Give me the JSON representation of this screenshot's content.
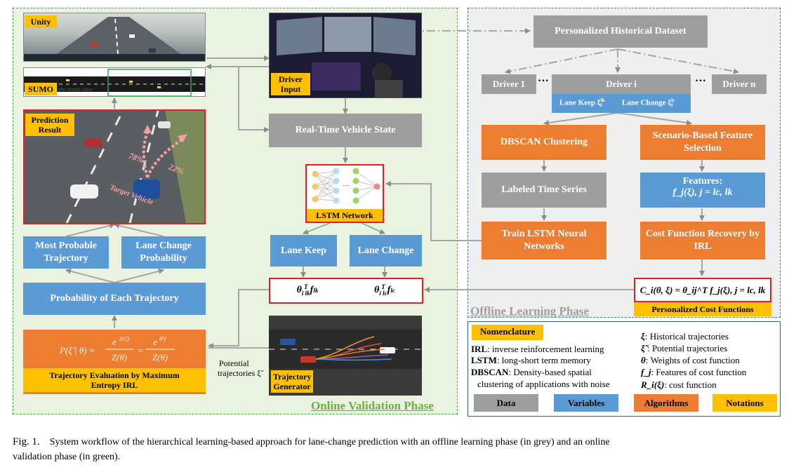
{
  "colors": {
    "data": "#9e9e9e",
    "algorithm": "#ed7d31",
    "variable": "#5b9bd5",
    "notation": "#ffc000",
    "online_border": "#3cb043",
    "offline_border": "#4a76b0",
    "highlight_border": "#e31e24"
  },
  "online": {
    "phase_label": "Online Validation Phase",
    "unity_tag": "Unity",
    "sumo_tag": "SUMO",
    "sumo_note": "the sensis view",
    "prediction_tag": "Prediction Result",
    "pct_left": "78%",
    "pct_right": "22%",
    "target_vehicle": "Target Vehicle",
    "driver_input_tag": "Driver Input",
    "realtime_state": "Real-Time Vehicle State",
    "lstm_network_tag": "LSTM Network",
    "lane_keep": "Lane Keep",
    "lane_change": "Lane Change",
    "theta_lk": "θ",
    "theta_lk_sup": "T",
    "theta_lk_sub": "i lk",
    "f_lk": "f",
    "f_lk_sub": "lk",
    "theta_lc": "θ",
    "theta_lc_sup": "T",
    "theta_lc_sub": "i lc",
    "f_lc": "f",
    "f_lc_sub": "lc",
    "most_probable": "Most Probable Trajectory",
    "lane_change_prob": "Lane Change Probability",
    "prob_each": "Probability of Each Trajectory",
    "formula": "P(ξ̃ | θ) = e^{R(ξ̃)} / Z(θ) = e^{θ^T f_ξ̃} / Z(θ)",
    "traj_eval_tag": "Trajectory Evaluation by Maximum Entropy IRL",
    "potential_traj_line1": "Potential",
    "potential_traj_line2": "trajectories ξ̃",
    "traj_gen_tag": "Trajectory Generator"
  },
  "offline": {
    "phase_label": "Offline Learning Phase",
    "dataset": "Personalized Historical Dataset",
    "driver1": "Driver 1",
    "driver_i": "Driver i",
    "driver_n": "Driver n",
    "ellipsis": "···",
    "lane_keep_var": "Lane Keep ξ",
    "lane_keep_sup": "lk",
    "lane_keep_sub": "i",
    "lane_change_var": "Lane Change ξ",
    "lane_change_sup": "lc",
    "lane_change_sub": "i",
    "dbscan": "DBSCAN Clustering",
    "scenario": "Scenario-Based Feature Selection",
    "labeled": "Labeled Time Series",
    "features_title": "Features:",
    "features_expr": "f_j(ξ), j = lc, lk",
    "train_lstm": "Train LSTM Neural Networks",
    "cost_recovery": "Cost Function Recovery by IRL",
    "cost_expr": "C_i(θ, ξ) = θ_ij^T f_j(ξ), j = lc, lk",
    "personalized_cost": "Personalized Cost Functions"
  },
  "nomenclature": {
    "title": "Nomenclature",
    "left": [
      {
        "term": "IRL",
        "desc": ": inverse reinforcement learning"
      },
      {
        "term": "LSTM",
        "desc": ": long-short term memory"
      },
      {
        "term": "DBSCAN",
        "desc": ": Density-based spatial"
      },
      {
        "term": "",
        "desc": "clustering of applications with noise"
      }
    ],
    "right": [
      {
        "sym": "ξ",
        "desc": ": Historical trajectories"
      },
      {
        "sym": "ξ̃",
        "desc": " : Potential trajectories"
      },
      {
        "sym": "θ",
        "desc": ": Weights of cost function"
      },
      {
        "sym": "f_j",
        "desc": ": Features of cost function"
      },
      {
        "sym": "R_i(ξ)",
        "desc": ": cost function"
      }
    ],
    "legend": [
      "Data",
      "Variables",
      "Algorithms",
      "Notations"
    ]
  },
  "caption": {
    "fig": "Fig. 1.",
    "line1": "System workflow of the hierarchical learning-based approach for lane-change prediction with an offline learning phase (in grey) and an online",
    "line2": "validation phase (in green)."
  }
}
